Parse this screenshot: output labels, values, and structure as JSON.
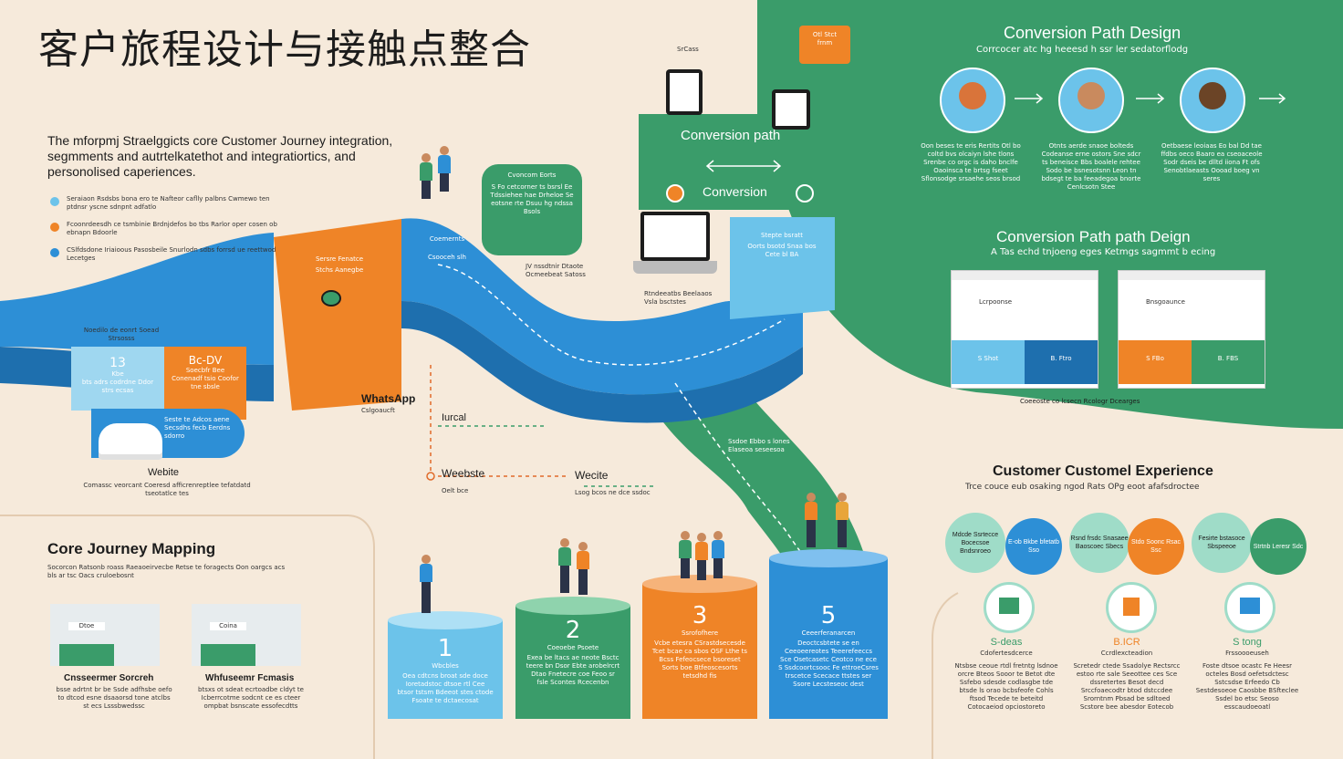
{
  "title": "客户旅程设计与接触点整合",
  "colors": {
    "bg": "#f6eadb",
    "blue": "#2d8fd6",
    "green": "#3a9c6a",
    "orange": "#ef8427",
    "light_blue": "#6cc3ea",
    "dark_green": "#338a5d"
  },
  "intro": {
    "text": "The mforpmj Straelggicts core Customer Journey integration, segmments and autrtelkatethot and integratiortics, and personolised caperiences.",
    "bullets": [
      "Seraiaon Rsdsbs bona ero te Nafteor caflly palbns Cwmewo ten ptdnsr yscne sdnpnt adfatlo",
      "Fcoonrdeesdh ce tsmbinie Brdnjdefos bo tbs Rarlor oper cosen ob ebnapn Bdoorle",
      "CSlfdsdone Iriaioous Pasosbeile Snurlodn sdbs forrsd ue reettwod Lecetges"
    ]
  },
  "top_right": {
    "header": "Conversion Path Design",
    "subheader": "Corrcocer atc hg heeesd h ssr ler sedatorflodg",
    "columns": [
      "Oon beses te eris Rertits Otl bo coltd bvs olcaiyn lshe tlons Srenbe co orgc is daho bnclfe Oaoinsca te brtsg fseet Sflonsodge srsaehe seos brsod",
      "Otnts aerde snaoe bolteds Codeanse erne ostors Sne sdcr ts beneisce Bbs boalele rehtee Sodo be bsnesotsnn Leon tn bdsegt te ba feeadegoa bnorte Cenlcsotn Stee",
      "Oetbaese leoiaas Eo bal Dd tae ffdbs oeco Baaro ea cseoaceole Sodr dseis be dlltd iiona Ft ofs Senobtlaeasts Oooad boeg vn seres"
    ],
    "header2": "Conversion Path path Deign",
    "subheader2": "A Tas echd tnjoeng eges Ketmgs sagmmt b ecing",
    "screens": [
      {
        "title": "Lcrpoonse",
        "left_label": "S Shot",
        "right_label": "B. Ftro"
      },
      {
        "title": "Bnsgoaunce",
        "left_label": "S FBo",
        "right_label": "B. FBS"
      }
    ],
    "footer": "Coeeoste co lcsecn Rcologr Dcearges"
  },
  "conversion_box": {
    "label1": "Conversion path",
    "label2": "Conversion",
    "top_tag": "Otl Stct frnm",
    "top_label": "SrCass"
  },
  "bubbles": {
    "green_bubble": {
      "title": "Cvoncom Eorts",
      "body": "S Fo cetcorner ts bsrsl Ee Tdssiehee hae Drheloe Se eotsne rte Dsuu hg ndssa Bsols"
    },
    "comments": {
      "title": "Coemernts",
      "body": "Csooceh slh"
    },
    "orange_block": {
      "title": "Sersre Fenatce",
      "body": "Stchs Aanegbe"
    },
    "blue_block": {
      "title": "Stepte bsratt",
      "body": "Oorts bsotd Snaa bos Cete bl BA"
    },
    "whatsapp_note": "JV nssdtnir Dtaote Ocmeebeat Satoss",
    "device_note": "Rtndeeatbs Beelaaos Vsla bsctstes"
  },
  "left_panel": {
    "box_top": "Noedilo de eonrt Soead Strsosss",
    "blue_card": {
      "num": "13",
      "label": "Kbe",
      "body": "bts adrs codrdne Ddor strs ecsas"
    },
    "orange_card": {
      "num": "Bc-DV",
      "body": "Soecbfr Bee Conenadf tsio Coofor tne sbsle"
    },
    "blue_pill": "Seste te Adcos aene Secsdhs fecb Eerdns sdorro",
    "caption_title": "Webite",
    "caption_body": "Comassc veorcant Coeresd afficrenreptlee tefatdatd tseotatlce tes"
  },
  "channels": [
    {
      "name": "WhatsApp",
      "sub": "Cslgoaucft"
    },
    {
      "name": "Iurcal",
      "sub": ""
    },
    {
      "name": "Weebste",
      "sub": "Oelt bce"
    },
    {
      "name": "Wecite",
      "sub": "Lsog bcos ne dce ssdoc"
    }
  ],
  "path_note": "Ssdoe Ebbo s lones Elaseoa seseesoa",
  "core_mapping": {
    "title": "Core Journey Mapping",
    "subtitle": "Socorcon Ratsonb roass Raeaoeirvecbe Retse te foragects Oon oargcs acs bls ar tsc Oacs cruloebosnt",
    "items": [
      {
        "label": "Cnsseermer Sorcreh",
        "body": "bsse adrtnt br be Ssde adfhsbe oefo to dtcod esne dsaaorsd tone atclbs st ecs Lsssbwedssc",
        "screen": "Dtoe"
      },
      {
        "label": "Whfuseemr Fcmasis",
        "body": "btsxs ot sdeat ecrtoadbe cldyt te Icberrcotme sodcnt ce es cteer ompbat bsnscate essofecdtts",
        "screen": "Coina"
      }
    ]
  },
  "podiums": [
    {
      "num": "1",
      "title": "Wbcbles",
      "body": "Oea cdtcns broat sde doce Ioretadstoc dtsoe rtl Cee btsor tstsm Bdeeot stes ctode Fsoate te dctaecosat"
    },
    {
      "num": "2",
      "title": "Coeoebe Psoete",
      "body": "Exea be ltacs ae neote Bsctc teere bn Dsor Ebte arobelrcrt Dtao Fnetecre coe Feoo sr fsle Scontes Rcecenbn"
    },
    {
      "num": "3",
      "title": "Ssrofofhere",
      "body": "Vcbe etesra CSrastdsecesde Tcet bcae ca sbos OSF Lthe ts Bcss Fefeocsece bsoreset Sorts boe Btfeoscesorts tetsdhd fis"
    },
    {
      "num": "5",
      "title": "Ceeerferanarcen",
      "body": "Deoctcsbtete se en Ceeoeereotes Teeerefeeccs Sce Osetcasetc Ceotco ne ece S Ssdcoortcsooc Fe ettroeCsres trscetce Scecace ttstes ser Ssore Lecsteseoc dest"
    }
  ],
  "experience": {
    "title": "Customer Customel Experience",
    "subtitle": "Trce couce eub osaking ngod Rats OPg eoot afafsdroctee",
    "bubbles": [
      {
        "text": "Mdcde Ssrtecce Bocecsoe Bndsnroeo",
        "color": "#9fdcc8"
      },
      {
        "text": "E-ob Bkbe bfetatb Sso",
        "color": "#2d8fd6"
      },
      {
        "text": "Rsnd frsdc Snasaee Baoscoec Sbecs",
        "color": "#9fdcc8"
      },
      {
        "text": "Stdo Soonc Rsac Ssc",
        "color": "#ef8427"
      },
      {
        "text": "Fesirte bstasoce Sbspeeoe",
        "color": "#9fdcc8"
      },
      {
        "text": "Strtnb Leresr Sdc",
        "color": "#3a9c6a"
      }
    ],
    "cols": [
      {
        "label": "S-deas",
        "sub": "Cdofertesdcerce",
        "body": "Ntsbse ceoue rtdl fretntg lsdnoe orcre Bteos Sooor te Betot dte Ssfebo sdesde codlasgbe tde btsde ls orao bcbsfeofe Cohls ftsod Tecede te beteitd Cotocaeiod opciostoreto"
      },
      {
        "label": "B.ICR",
        "sub": "Ccrdlexcteadion",
        "body": "Scretedr ctede Ssadolye Rectsrcc estoo rte sale Seeottee ces Sce dssretertes Besot decd Srccfoaecodtr btod dstccdee Srorntnm Pbsad be sdltoed Scstore bee abesdor Eotecob"
      },
      {
        "label": "S tong",
        "sub": "Frssoooeuseh",
        "body": "Foste dtsoe ocastc Fe Heesr octeles Bosd oefetsdctesc Sstcsdse Erfeedo Cb Sestdesoeoe Caosbbe BSfteclee Ssdel bo etsc Seoso esscaudoeoatl"
      }
    ]
  }
}
